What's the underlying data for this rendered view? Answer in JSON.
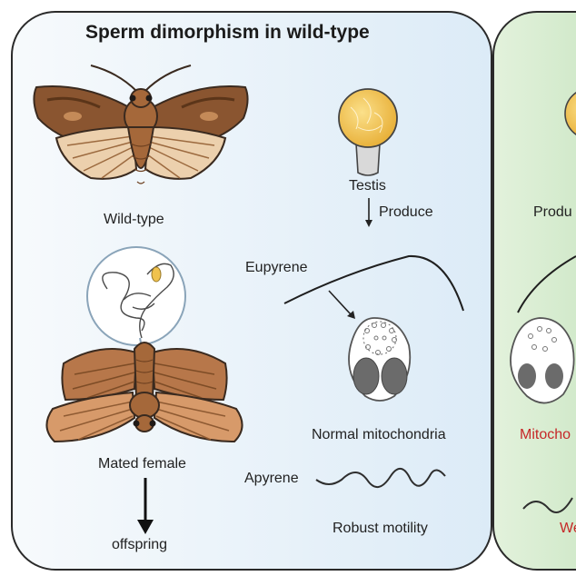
{
  "left_panel": {
    "title": "Sperm dimorphism in wild-type",
    "wild_type_label": "Wild-type",
    "mated_female_label": "Mated female",
    "offspring_label": "offspring",
    "testis_label": "Testis",
    "produce_label": "Produce",
    "eupyrene_label": "Eupyrene",
    "apyrene_label": "Apyrene",
    "normal_mito_label": "Normal mitochondria",
    "robust_motility_label": "Robust motility"
  },
  "right_panel": {
    "produce_label_partial": "Produ",
    "mito_label_partial": "Mitocho",
    "motility_label_partial": "We"
  },
  "colors": {
    "left_panel_bg": "#eaf3fb",
    "right_panel_bg": "#d7ecd2",
    "moth_brown": "#a5683a",
    "moth_wing_light": "#e9c7a3",
    "testis_yellow": "#f0c24e",
    "accent_red": "#c62828"
  }
}
